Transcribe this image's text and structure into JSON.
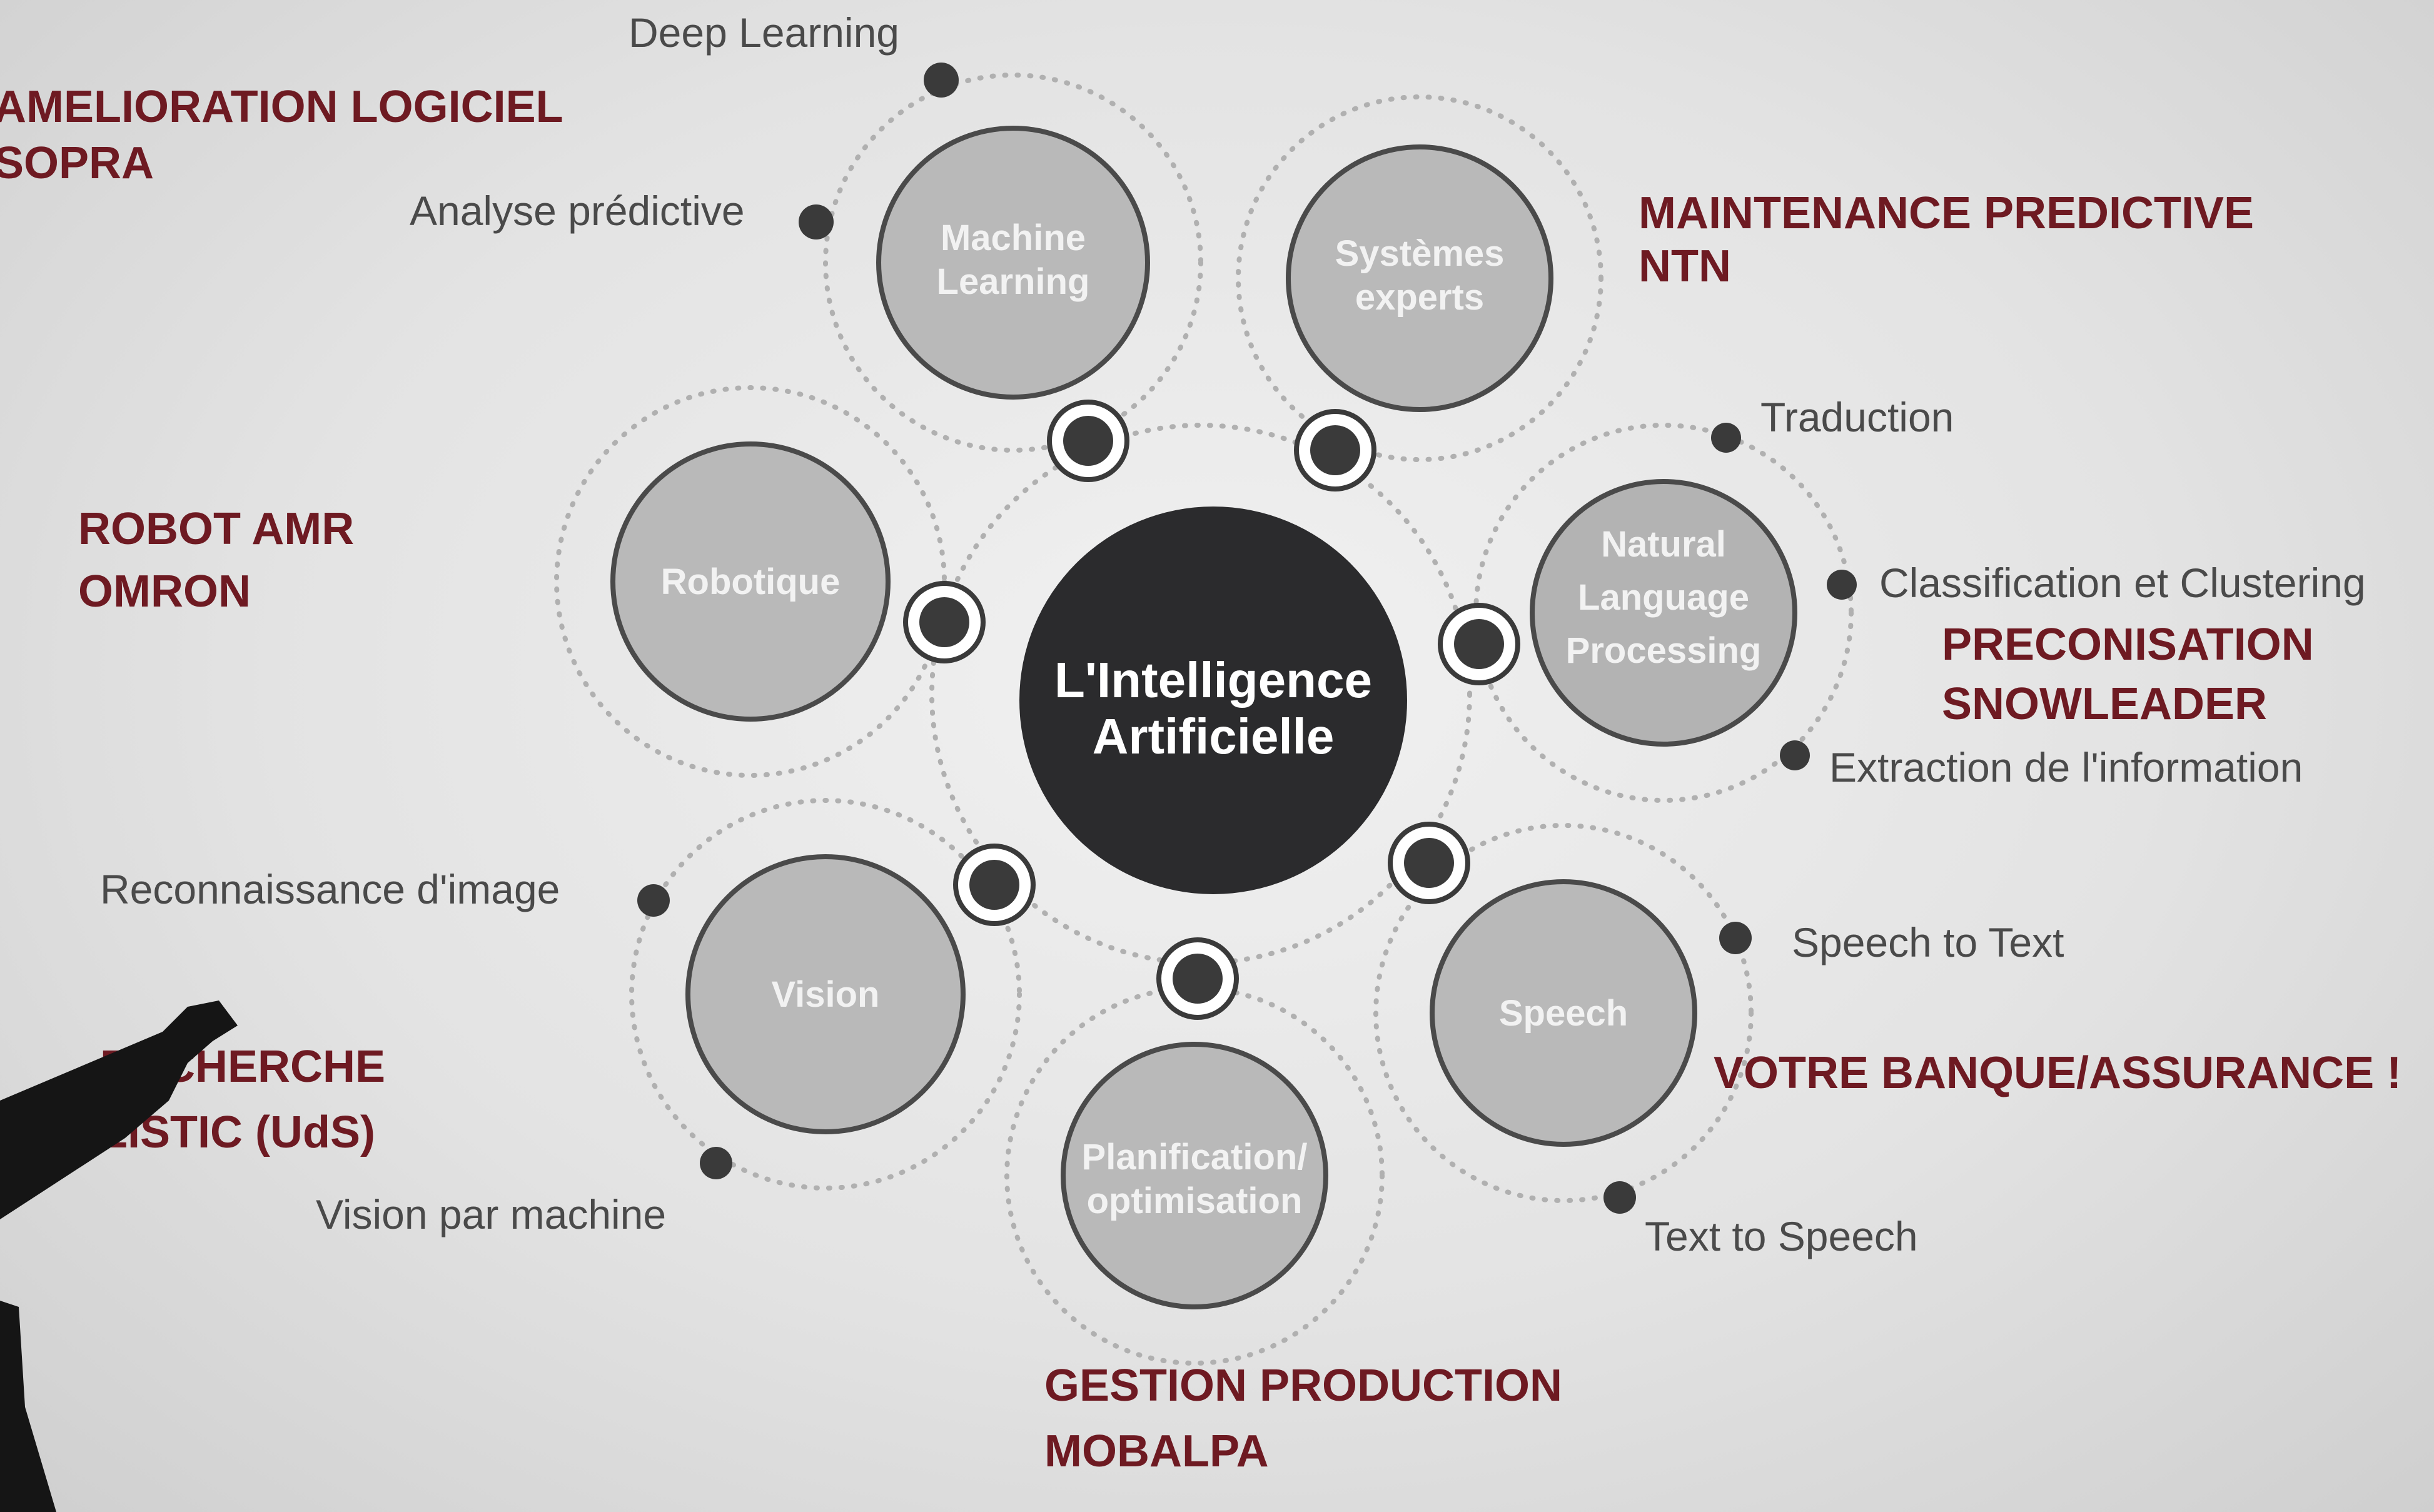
{
  "center": {
    "line1": "L'Intelligence",
    "line2": "Artificielle"
  },
  "spokes": [
    {
      "id": "machine-learning",
      "lines": [
        "Machine",
        "Learning"
      ]
    },
    {
      "id": "systemes-experts",
      "lines": [
        "Systèmes",
        "experts"
      ]
    },
    {
      "id": "nlp",
      "lines": [
        "Natural",
        "Language",
        "Processing"
      ]
    },
    {
      "id": "speech",
      "lines": [
        "Speech"
      ]
    },
    {
      "id": "planification",
      "lines": [
        "Planification/",
        "optimisation"
      ]
    },
    {
      "id": "vision",
      "lines": [
        "Vision"
      ]
    },
    {
      "id": "robotique",
      "lines": [
        "Robotique"
      ]
    }
  ],
  "sub_labels": [
    "Deep Learning",
    "Analyse prédictive",
    "Traduction",
    "Classification et Clustering",
    "Extraction de l'information",
    "Speech to Text",
    "Text  to Speech",
    "Reconnaissance d'image",
    "Vision par machine"
  ],
  "companies": [
    {
      "id": "amelioration-logiciel",
      "lines": [
        "AMELIORATION LOGICIEL",
        "SOPRA"
      ]
    },
    {
      "id": "maintenance-predictive",
      "lines": [
        "MAINTENANCE PREDICTIVE",
        "NTN"
      ]
    },
    {
      "id": "robot-amr",
      "lines": [
        "ROBOT AMR",
        "OMRON"
      ]
    },
    {
      "id": "preconisation",
      "lines": [
        "PRECONISATION",
        "SNOWLEADER"
      ]
    },
    {
      "id": "recherche",
      "lines": [
        "RECHERCHE",
        "LISTIC (UdS)"
      ]
    },
    {
      "id": "banque-assurance",
      "lines": [
        "VOTRE BANQUE/ASSURANCE !"
      ]
    },
    {
      "id": "gestion-production",
      "lines": [
        "GESTION PRODUCTION",
        "MOBALPA"
      ]
    }
  ],
  "colors": {
    "center_fill": "#2b2b2d",
    "spoke_fill": "#b9b9b9",
    "spoke_stroke": "#4a4a4a",
    "dotted_ring": "#b0b0b0",
    "connector_dark": "#3a3a3a",
    "company_text": "#6e1a22",
    "sub_label_text": "#4a4a4a"
  }
}
